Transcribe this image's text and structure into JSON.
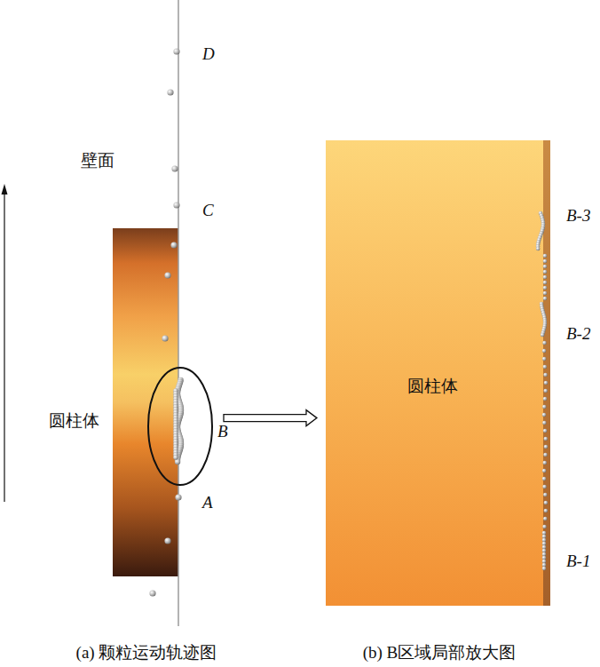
{
  "diagram": {
    "nodes": [
      {
        "text": [
          "圆柱体"
        ]
      },
      {
        "text": [
          "B"
        ]
      },
      {
        "text": [
          "圆柱体"
        ]
      }
    ],
    "edges": [
      {
        "from": 1,
        "to": 2,
        "arrow": "to"
      }
    ],
    "labels": [
      "D",
      "C",
      "壁面",
      "A",
      "B-3",
      "B-2",
      "B-1",
      "(a) 颗粒运动轨迹图",
      "(b) B区域局部放大图"
    ]
  }
}
